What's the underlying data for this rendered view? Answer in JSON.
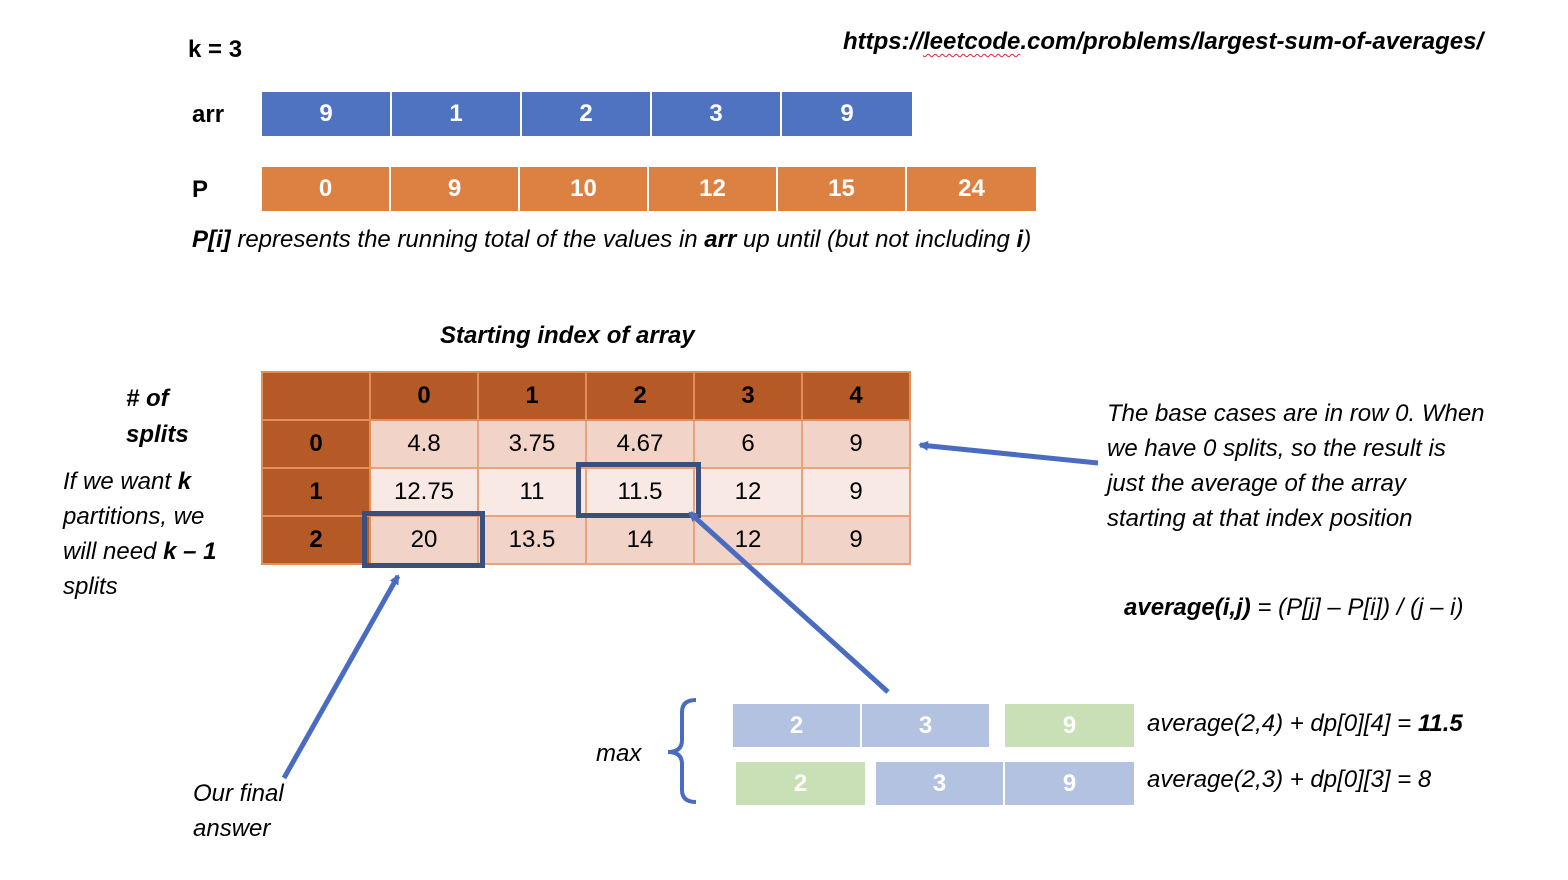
{
  "k_label": "k = 3",
  "url": {
    "prefix": "https://",
    "squiggle": "leetcode",
    "suffix": ".com/problems/largest-sum-of-averages/"
  },
  "arr": {
    "label": "arr",
    "values": [
      "9",
      "1",
      "2",
      "3",
      "9"
    ]
  },
  "prefix": {
    "label": "P",
    "values": [
      "0",
      "9",
      "10",
      "12",
      "15",
      "24"
    ]
  },
  "desc": {
    "p1": "P[i]",
    "p2": " represents the running total of the values in ",
    "p3": "arr",
    "p4": " up until (but not including ",
    "p5": "i",
    "p6": ")"
  },
  "table_title": "Starting index of array",
  "splits_label": {
    "line1": "# of",
    "line2": "splits"
  },
  "partition_note": {
    "l1a": "If we want ",
    "l1b": "k",
    "l2": "partitions, we",
    "l3a": "will need ",
    "l3b": "k – 1",
    "l4": "splits"
  },
  "dp_table": {
    "header": [
      "",
      "0",
      "1",
      "2",
      "3",
      "4"
    ],
    "rows": [
      {
        "label": "0",
        "values": [
          "4.8",
          "3.75",
          "4.67",
          "6",
          "9"
        ]
      },
      {
        "label": "1",
        "values": [
          "12.75",
          "11",
          "11.5",
          "12",
          "9"
        ]
      },
      {
        "label": "2",
        "values": [
          "20",
          "13.5",
          "14",
          "12",
          "9"
        ]
      }
    ]
  },
  "base_note": [
    "The base cases are in row 0. When",
    "we have 0 splits, so the result is",
    "just the average of the array",
    "starting at that index position"
  ],
  "avg_formula": {
    "bold": "average(i,j)",
    "rest": " = (P[j] – P[i]) / (j – i)"
  },
  "max_label": "max",
  "option1": {
    "cells": [
      "2",
      "3",
      "9"
    ],
    "text": "average(2,4) + dp[0][4] = ",
    "bold": "11.5"
  },
  "option2": {
    "cells": [
      "2",
      "3",
      "9"
    ],
    "text": "average(2,3) + dp[0][3] = 8"
  },
  "final_answer": {
    "line1": "Our final",
    "line2": "answer"
  },
  "colors": {
    "blue": "#4f72c1",
    "orange": "#dd8143",
    "header": "#b55a26",
    "light_blue": "#b4c2e2",
    "light_green": "#c9dfb5",
    "highlight": "#3a4f7c"
  }
}
